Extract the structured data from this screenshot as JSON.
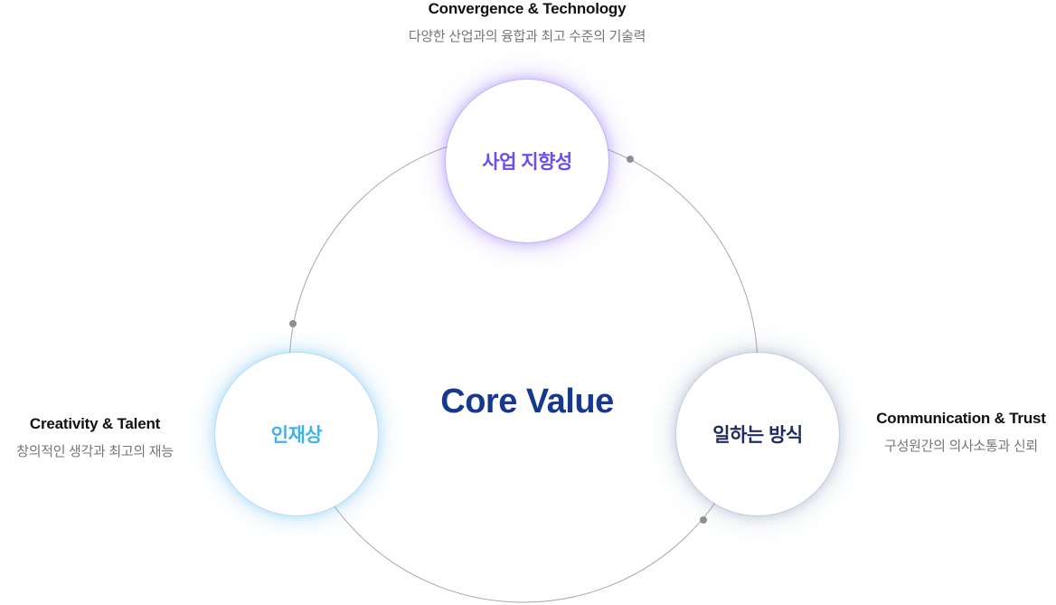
{
  "diagram": {
    "center_title": "Core Value",
    "center_color": "#16388e",
    "arc_color": "#a8a8a8",
    "dot_color": "#8f8f8f",
    "nodes": {
      "business": {
        "label": "사업 지향성",
        "heading": "Convergence & Technology",
        "description": "다양한 산업과의 융합과 최고 수준의 기술력",
        "color": "#6b4df2"
      },
      "talent": {
        "label": "인재상",
        "heading": "Creativity & Talent",
        "description": "창의적인 생각과 최고의 재능",
        "color": "#3eb3ea"
      },
      "work": {
        "label": "일하는 방식",
        "heading": "Communication & Trust",
        "description": "구성원간의 의사소통과 신뢰",
        "color": "#1f2b5c"
      }
    }
  }
}
